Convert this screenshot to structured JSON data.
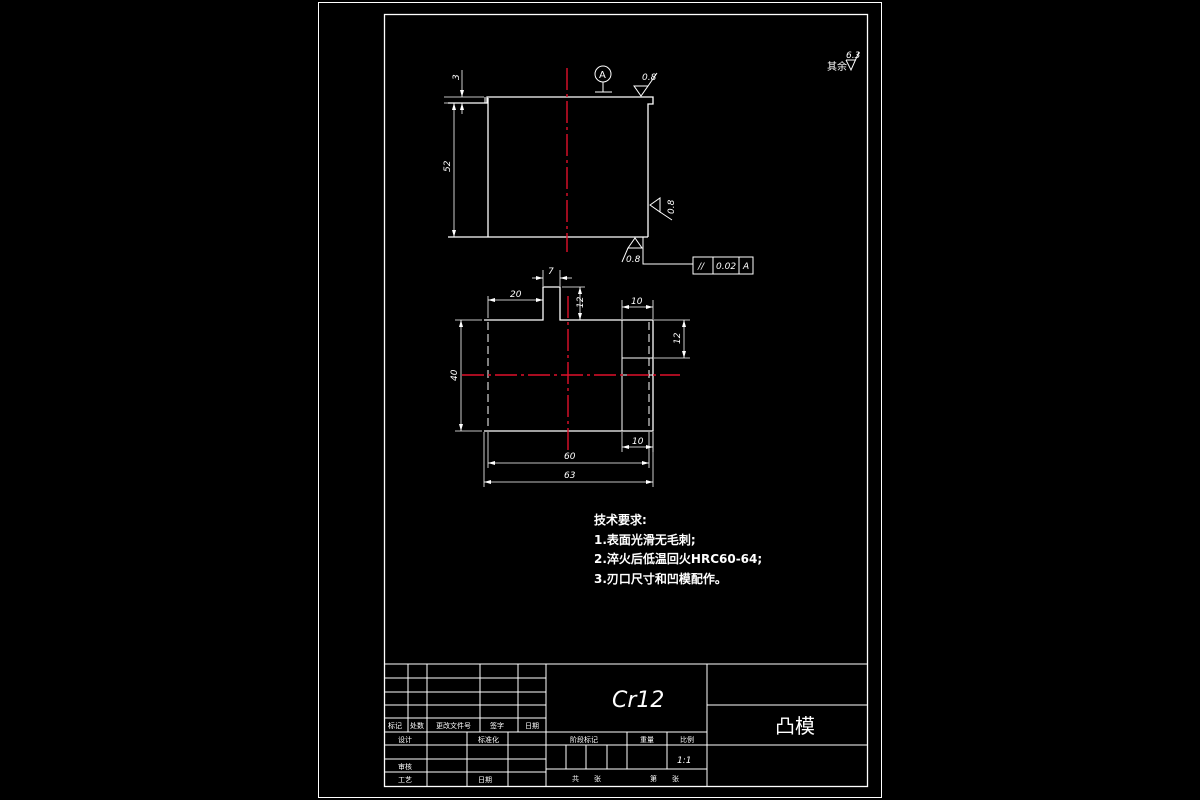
{
  "roughness_note": {
    "label": "其余",
    "value": "6.3"
  },
  "datum_label": "A",
  "roughness_values": [
    "0.8",
    "0.8",
    "0.8"
  ],
  "tolerance_frame": {
    "symbol": "//",
    "value": "0.02",
    "datum": "A"
  },
  "front_view_dims": {
    "top_step": "3",
    "height": "52"
  },
  "top_view_dims": {
    "tab_width": "7",
    "tab_height": "12",
    "tab_offset": "20",
    "slot_width_top": "10",
    "slot_height": "12",
    "width": "40",
    "slot_width_bottom": "10",
    "inner_length": "60",
    "outer_length": "63"
  },
  "tech_requirements": {
    "title": "技术要求:",
    "items": [
      "1.表面光滑无毛刺;",
      "2.淬火后低温回火HRC60-64;",
      "3.刃口尺寸和凹模配作。"
    ]
  },
  "title_block": {
    "material": "Cr12",
    "part_name": "凸模",
    "scale": "1:1",
    "labels": {
      "mark": "标记",
      "count": "处数",
      "change_doc": "更改文件号",
      "sign": "签字",
      "date": "日期",
      "design": "设计",
      "standardize": "标准化",
      "review": "审核",
      "process": "工艺",
      "date2": "日期",
      "stage_mark": "阶段标记",
      "weight": "重量",
      "ratio": "比例",
      "total": "共",
      "sheet_unit": "张",
      "page": "第",
      "sheet_unit2": "张"
    }
  }
}
